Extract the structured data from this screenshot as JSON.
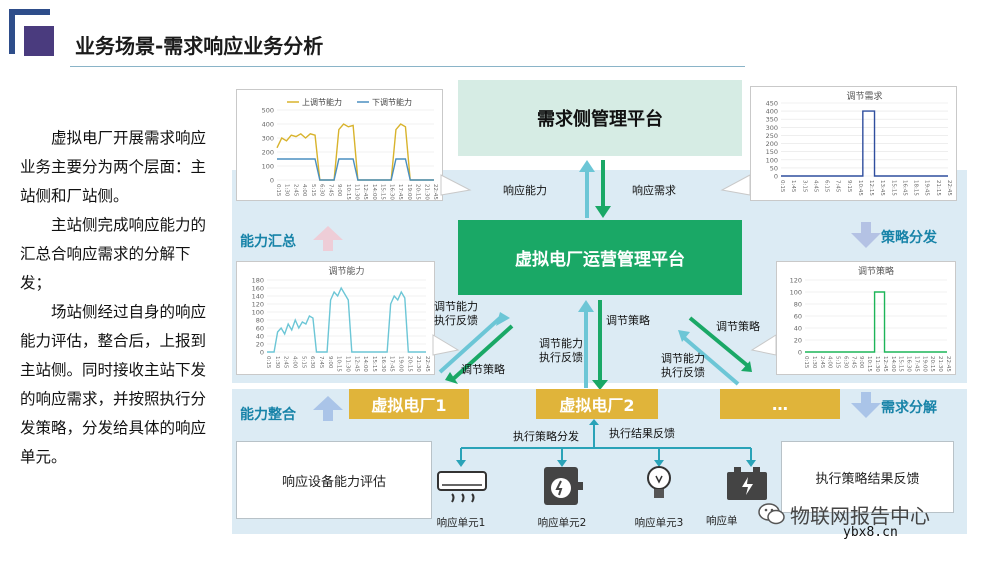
{
  "page": {
    "title": "业务场景-需求响应业务分析"
  },
  "description": [
    "虚拟电厂开展需求响应业务主要分为两个层面：主站侧和厂站侧。",
    "主站侧完成响应能力的汇总合响应需求的分解下发；",
    "场站侧经过自身的响应能力评估，整合后，上报到主站侧。同时接收主站下发的响应需求，并按照执行分发策略，分发给具体的响应单元。"
  ],
  "diagram": {
    "demand_platform": "需求侧管理平台",
    "operation_platform": "虚拟电厂运营管理平台",
    "response_capability": "响应能力",
    "response_demand": "响应需求",
    "side_left_top": "能力汇总",
    "side_right_top": "策略分发",
    "side_left_bottom": "能力整合",
    "side_right_bottom": "需求分解",
    "arrow_label_cap_feedback": "调节能力\n执行反馈",
    "arrow_label_strategy": "调节策略",
    "vpp1": "虚拟电厂1",
    "vpp2": "虚拟电厂2",
    "vpp3": "…",
    "exec_distribution": "执行策略分发",
    "exec_feedback": "执行结果反馈",
    "device_eval": "响应设备能力评估",
    "result_feedback": "执行策略结果反馈",
    "units": [
      "响应单元1",
      "响应单元2",
      "响应单元3",
      "响应单"
    ]
  },
  "watermark": {
    "text": "物联网报告中心",
    "site": "ybx8.cn"
  },
  "chart_data": [
    {
      "type": "line",
      "title": "",
      "series": [
        {
          "name": "上调节能力",
          "color": "#d8b32c",
          "values": [
            230,
            300,
            280,
            320,
            310,
            330,
            300,
            330,
            320,
            0,
            0,
            0,
            0,
            360,
            400,
            380,
            390,
            0,
            0,
            0,
            0,
            0,
            0,
            0,
            0,
            360,
            400,
            380,
            0,
            0,
            0,
            0,
            0,
            0
          ]
        },
        {
          "name": "下调节能力",
          "color": "#4a8fc0",
          "values": [
            150,
            150,
            150,
            150,
            150,
            150,
            150,
            150,
            150,
            0,
            0,
            0,
            0,
            150,
            150,
            150,
            150,
            0,
            0,
            0,
            0,
            0,
            0,
            0,
            0,
            150,
            150,
            150,
            0,
            0,
            0,
            0,
            0,
            0
          ]
        }
      ],
      "ylim": [
        0,
        500
      ],
      "yticks": [
        "0",
        "100",
        "200",
        "300",
        "400",
        "500"
      ],
      "xticks": [
        "0:15",
        "1:30",
        "2:45",
        "4:00",
        "5:15",
        "6:30",
        "7:45",
        "9:00",
        "10:15",
        "11:30",
        "12:45",
        "14:00",
        "15:15",
        "16:30",
        "17:45",
        "19:00",
        "20:15",
        "21:30",
        "22:45"
      ]
    },
    {
      "type": "line",
      "title": "调节需求",
      "series": [
        {
          "name": "",
          "color": "#2f4e9e",
          "values": [
            0,
            0,
            0,
            0,
            0,
            0,
            0,
            0,
            0,
            0,
            0,
            0,
            0,
            0,
            0,
            0,
            0,
            0,
            0,
            0,
            0,
            0,
            0,
            0,
            0,
            0,
            0,
            0,
            0,
            0,
            0,
            0,
            0,
            0,
            0,
            0,
            0,
            0,
            0,
            0,
            0,
            0,
            0,
            0,
            0,
            0,
            0,
            0,
            0,
            0,
            0,
            0,
            0,
            0,
            0,
            0,
            0,
            0,
            0,
            0,
            0,
            0,
            0,
            0,
            0,
            0,
            0,
            0,
            0,
            0,
            0,
            0,
            0,
            0,
            0,
            0,
            0,
            0,
            0,
            0,
            0,
            0,
            0,
            0,
            0,
            0,
            0,
            0,
            0,
            0,
            0,
            0,
            0,
            0,
            0,
            0
          ]
        }
      ],
      "pulse": {
        "from": 0.49,
        "to": 0.56,
        "value": 400
      },
      "ylim": [
        0,
        450
      ],
      "yticks": [
        "0",
        "50",
        "100",
        "150",
        "200",
        "250",
        "300",
        "350",
        "400",
        "450"
      ],
      "xticks": [
        "0:15",
        "1:45",
        "3:15",
        "4:45",
        "6:15",
        "7:45",
        "9:15",
        "10:45",
        "12:15",
        "13:45",
        "15:15",
        "16:45",
        "18:15",
        "19:45",
        "21:15",
        "22:45"
      ]
    },
    {
      "type": "line",
      "title": "调节能力",
      "series": [
        {
          "name": "",
          "color": "#6cc6d6",
          "values": [
            0,
            0,
            0,
            50,
            60,
            45,
            70,
            55,
            80,
            60,
            75,
            70,
            90,
            85,
            0,
            0,
            0,
            0,
            130,
            150,
            140,
            160,
            145,
            130,
            0,
            0,
            0,
            0,
            0,
            0,
            0,
            0,
            0,
            0,
            0,
            120,
            140,
            130,
            150,
            135,
            0,
            0,
            0,
            0,
            0,
            0
          ]
        }
      ],
      "ylim": [
        0,
        180
      ],
      "yticks": [
        "0",
        "20",
        "40",
        "60",
        "80",
        "100",
        "120",
        "140",
        "160",
        "180"
      ],
      "xticks": [
        "0:15",
        "1:30",
        "2:45",
        "4:00",
        "5:15",
        "6:30",
        "7:45",
        "9:00",
        "10:15",
        "11:30",
        "12:45",
        "14:00",
        "15:15",
        "16:30",
        "17:45",
        "19:00",
        "20:15",
        "21:30",
        "22:45"
      ]
    },
    {
      "type": "line",
      "title": "调节策略",
      "series": [
        {
          "name": "",
          "color": "#1db559",
          "values": []
        }
      ],
      "pulse": {
        "from": 0.49,
        "to": 0.56,
        "value": 100
      },
      "ylim": [
        0,
        120
      ],
      "yticks": [
        "0",
        "20",
        "40",
        "60",
        "80",
        "100",
        "120"
      ],
      "xticks": [
        "0:15",
        "1:30",
        "2:45",
        "4:00",
        "5:15",
        "6:30",
        "7:45",
        "9:00",
        "10:15",
        "11:30",
        "12:45",
        "14:00",
        "15:15",
        "16:30",
        "17:45",
        "19:00",
        "20:15",
        "21:30",
        "22:45"
      ]
    }
  ]
}
